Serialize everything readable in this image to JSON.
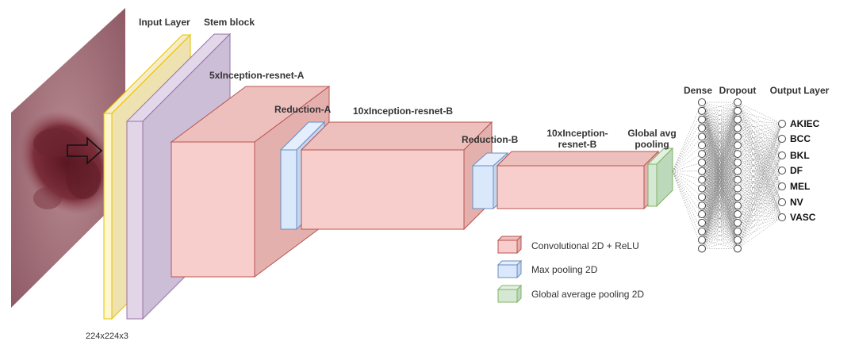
{
  "input": {
    "label": "Input Layer",
    "size": "224x224x3"
  },
  "stem": {
    "label": "Stem block"
  },
  "blocks": {
    "inception_a": "5xInception-resnet-A",
    "reduction_a": "Reduction-A",
    "inception_b1": "10xInception-resnet-B",
    "reduction_b": "Reduction-B",
    "inception_b2_line1": "10xInception-",
    "inception_b2_line2": "resnet-B",
    "global_pool_line1": "Global avg",
    "global_pool_line2": "pooling"
  },
  "dense": {
    "dense_label": "Dense",
    "dropout_label": "Dropout",
    "output_label": "Output Layer"
  },
  "output_classes": [
    "AKIEC",
    "BCC",
    "BKL",
    "DF",
    "MEL",
    "NV",
    "VASC"
  ],
  "legend": [
    {
      "label": "Convolutional 2D + ReLU",
      "color": "#f8cecc",
      "stroke": "#b85450"
    },
    {
      "label": "Max pooling 2D",
      "color": "#dae8fc",
      "stroke": "#6c8ebf"
    },
    {
      "label": "Global average pooling 2D",
      "color": "#d5e8d4",
      "stroke": "#82b366"
    }
  ],
  "colors": {
    "conv_front": "#f8cecc",
    "conv_side": "#e6b5b3",
    "conv_stroke": "#b85450",
    "pool_front": "#dae8fc",
    "pool_side": "#c4d6ef",
    "pool_stroke": "#6c8ebf",
    "gap_front": "#d5e8d4",
    "gap_side": "#bcd9bb",
    "gap_stroke": "#82b366",
    "input_fill": "#f0e6b8",
    "input_stroke": "#e6c000",
    "stem_fill": "#d8cce0",
    "stem_stroke": "#9673a6",
    "image_skin": "#a5707a",
    "image_lesion": "#6a2430"
  }
}
